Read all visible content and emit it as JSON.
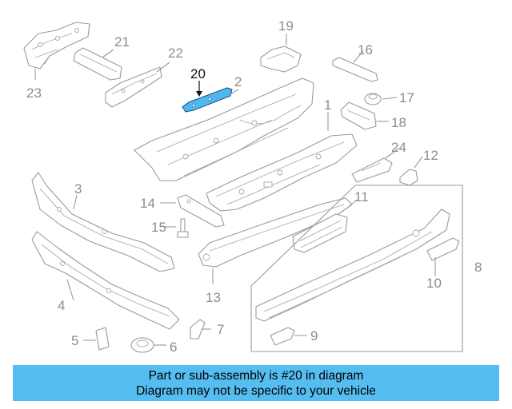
{
  "diagram": {
    "highlighted_part": "20",
    "callouts": {
      "p1": "1",
      "p2": "2",
      "p3": "3",
      "p4": "4",
      "p5": "5",
      "p6": "6",
      "p7": "7",
      "p8": "8",
      "p9": "9",
      "p10": "10",
      "p11": "11",
      "p12": "12",
      "p13": "13",
      "p14": "14",
      "p15": "15",
      "p16": "16",
      "p17": "17",
      "p18": "18",
      "p19": "19",
      "p20": "20",
      "p21": "21",
      "p22": "22",
      "p23": "23",
      "p24": "24"
    },
    "colors": {
      "highlight": "#4fb8ee",
      "banner": "#56bdf0",
      "line": "#9a9a9a"
    }
  },
  "caption": {
    "line1": "Part or sub-assembly is #20 in diagram",
    "line2": "Diagram may not be specific to your vehicle"
  }
}
